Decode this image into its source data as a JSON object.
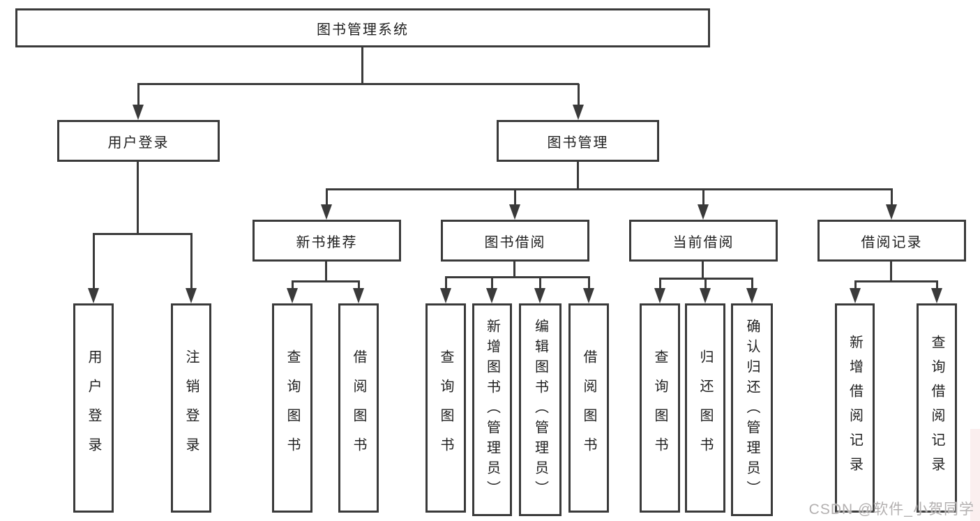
{
  "diagram": {
    "root": {
      "label": "图书管理系统"
    },
    "level2": [
      {
        "label": "用户登录"
      },
      {
        "label": "图书管理"
      }
    ],
    "level3": [
      {
        "label": "新书推荐"
      },
      {
        "label": "图书借阅"
      },
      {
        "label": "当前借阅"
      },
      {
        "label": "借阅记录"
      }
    ],
    "leaves": {
      "user_login": [
        {
          "label": "用户登录"
        },
        {
          "label": "注销登录"
        }
      ],
      "new_book": [
        {
          "label": "查询图书"
        },
        {
          "label": "借阅图书"
        }
      ],
      "book_borrow": [
        {
          "label": "查询图书"
        },
        {
          "label": "新增图书（管理员）"
        },
        {
          "label": "编辑图书（管理员）"
        },
        {
          "label": "借阅图书"
        }
      ],
      "current_borrow": [
        {
          "label": "查询图书"
        },
        {
          "label": "归还图书"
        },
        {
          "label": "确认归还（管理员）"
        }
      ],
      "borrow_record": [
        {
          "label": "新增借阅记录"
        },
        {
          "label": "查询借阅记录"
        }
      ]
    }
  },
  "watermark": {
    "text": "CSDN @软件_小贺同学"
  },
  "colors": {
    "line": "#3a3a3a",
    "text": "#1f1f1f",
    "watermark": "#b3b0b0",
    "background": "#ffffff"
  }
}
